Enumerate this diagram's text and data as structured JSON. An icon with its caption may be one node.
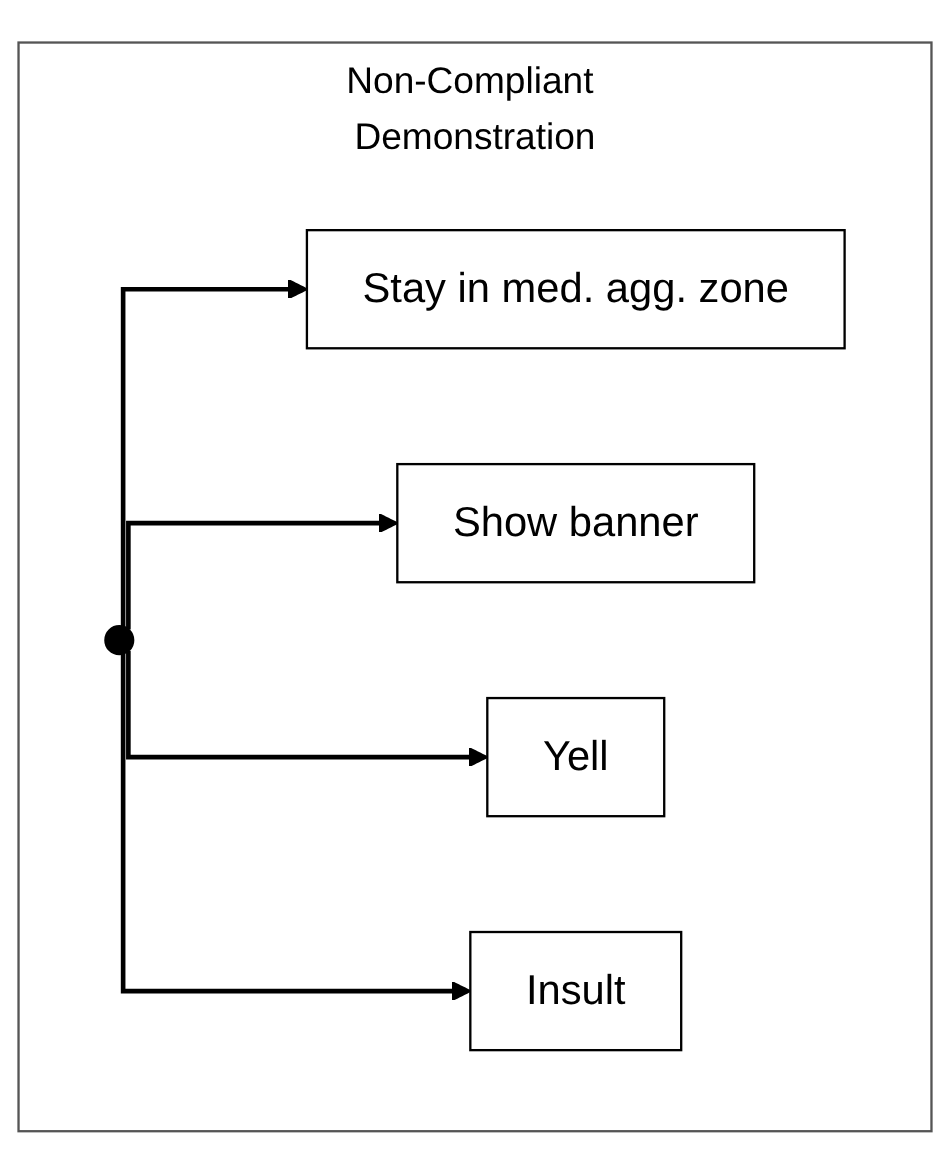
{
  "diagram": {
    "nodes": [
      {
        "text": [
          "Non-Compliant Demonstration"
        ]
      },
      {
        "text": [],
        "shape": "circle",
        "in": 0
      },
      {
        "text": [
          "Stay in med. agg. zone"
        ],
        "in": 0
      },
      {
        "text": [
          "Show banner"
        ],
        "in": 0
      },
      {
        "text": [
          "Yell"
        ],
        "in": 0
      },
      {
        "text": [
          "Insult"
        ],
        "in": 0
      }
    ],
    "edges": [
      {
        "from": 1,
        "to": 2,
        "arrow": "to"
      },
      {
        "from": 1,
        "to": 3,
        "arrow": "to"
      },
      {
        "from": 1,
        "to": 4,
        "arrow": "to"
      },
      {
        "from": 1,
        "to": 5,
        "arrow": "to"
      }
    ]
  }
}
